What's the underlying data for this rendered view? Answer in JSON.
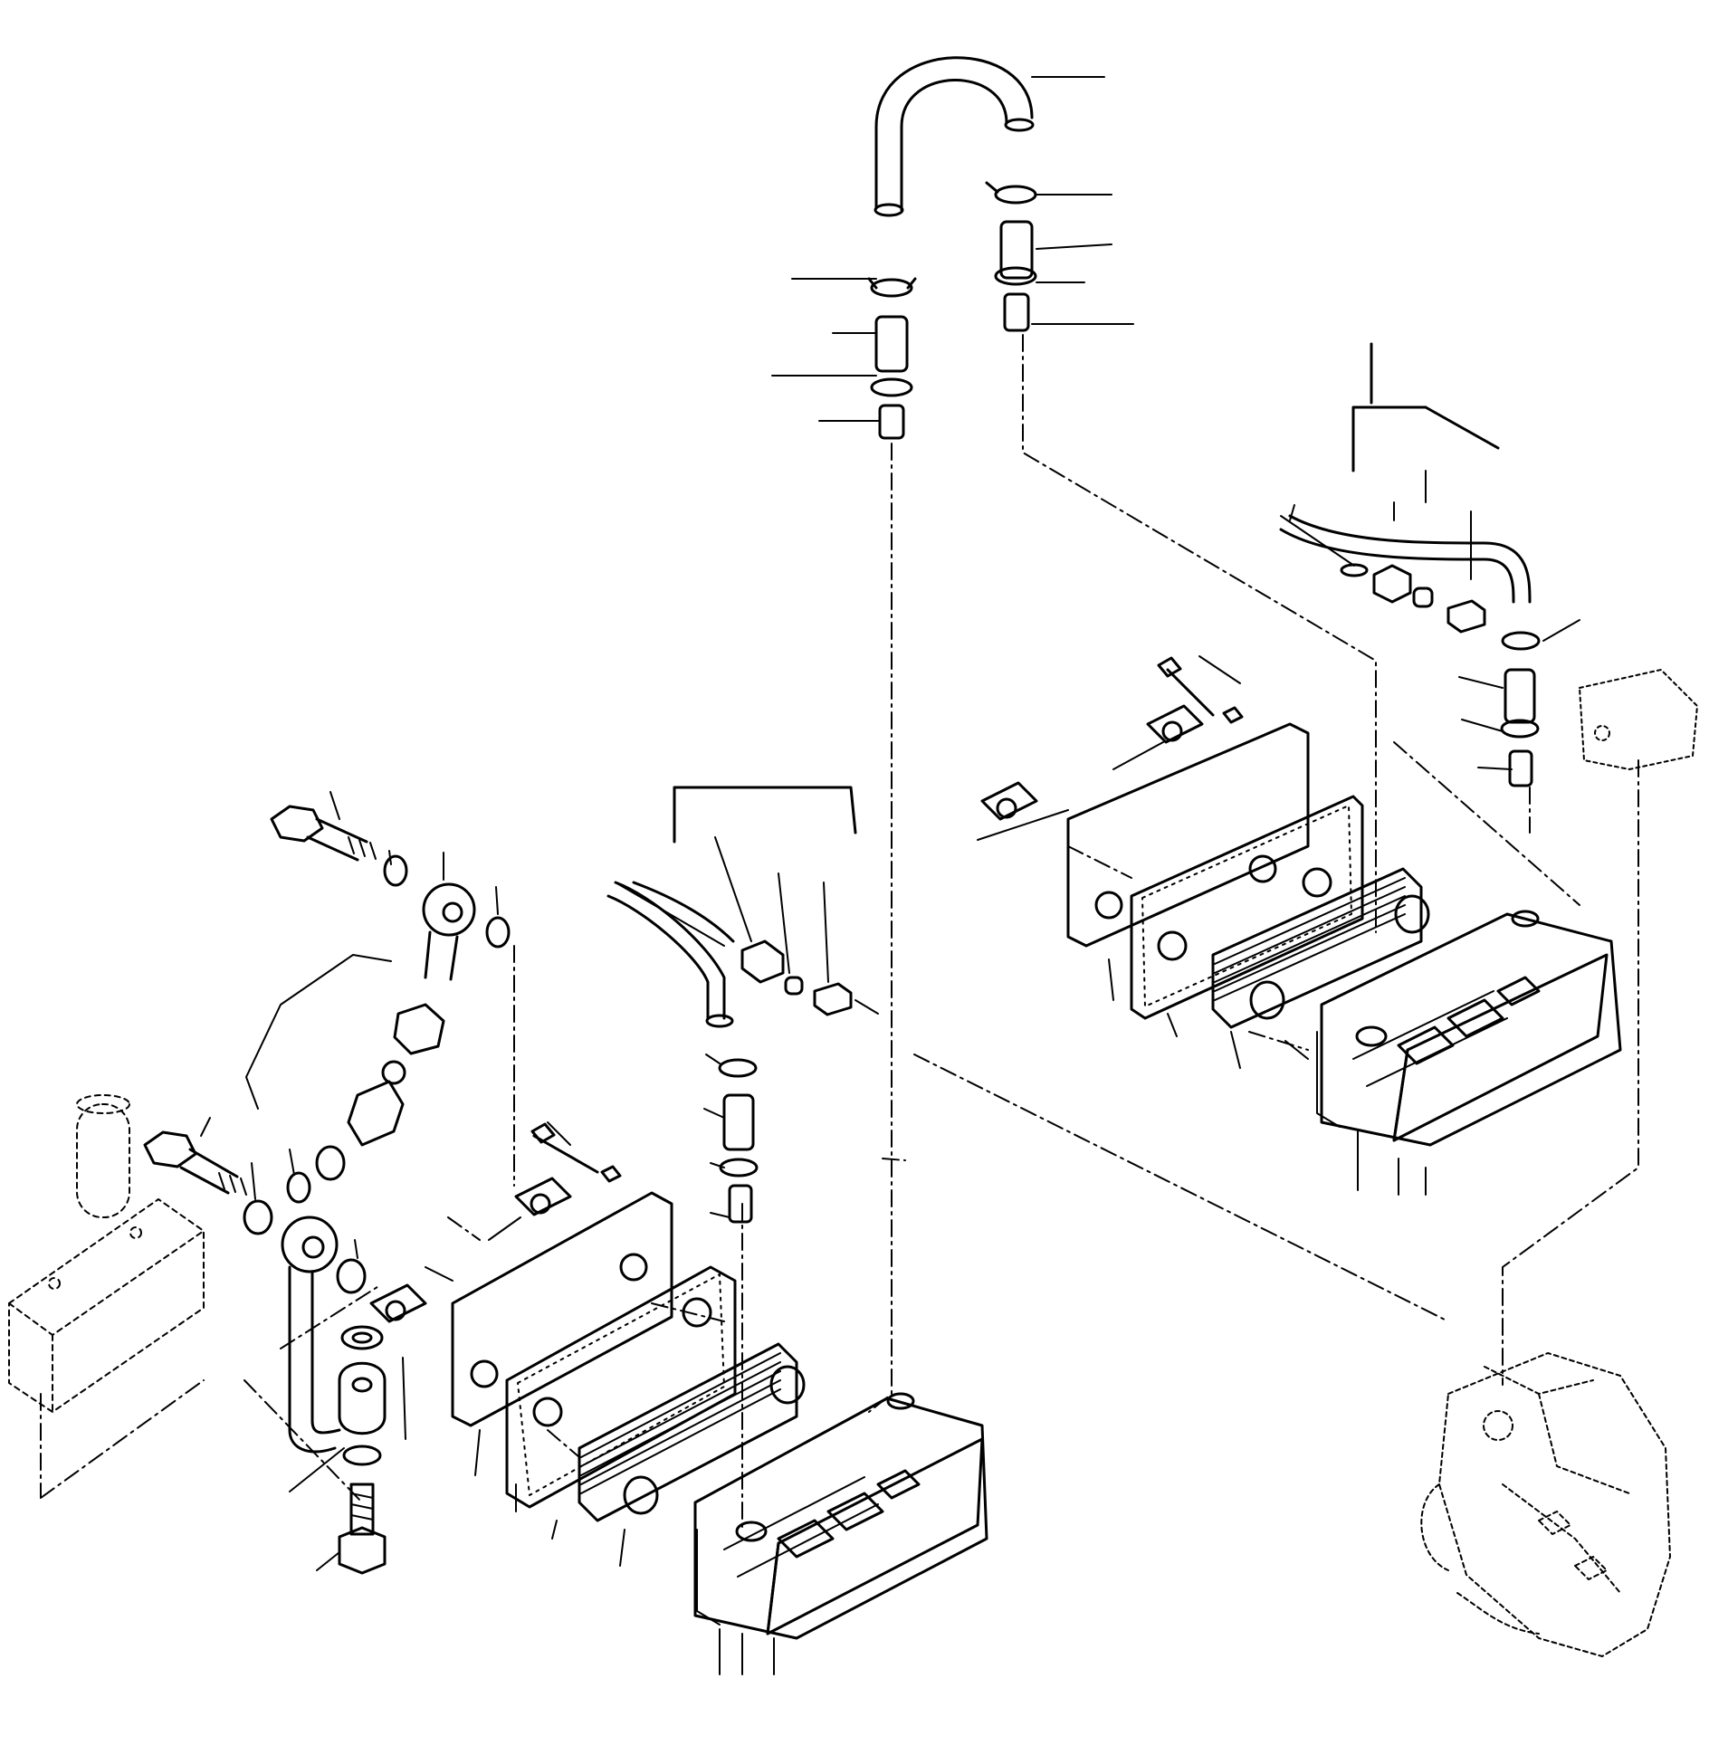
{
  "diagram": {
    "kind": "exploded-parts-view",
    "labels_printed": false,
    "line_color": "#000000",
    "background_color": "#ffffff",
    "assemblies": [
      "top-return-hose",
      "left-oil-cooler-assembly",
      "right-oil-cooler-assembly",
      "left-banjo-fitting-group",
      "left-hose-branch-group",
      "right-hose-branch-group",
      "manifold-block",
      "pump-housing"
    ]
  }
}
